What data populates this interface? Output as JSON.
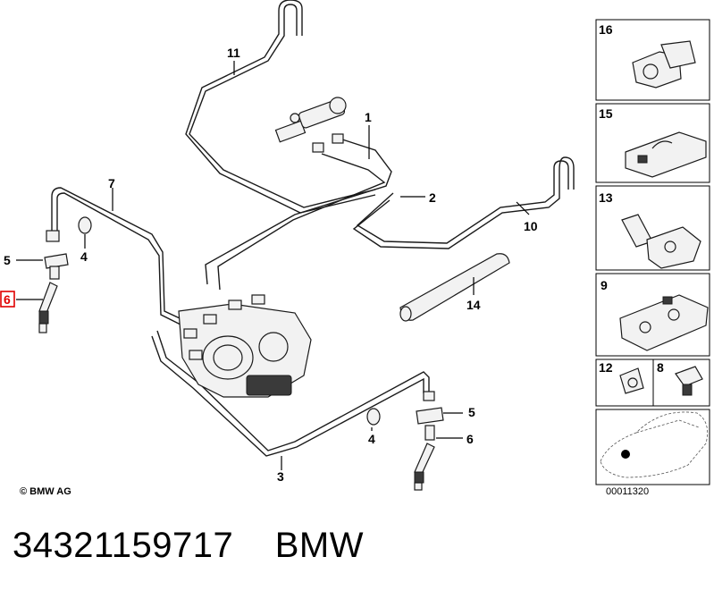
{
  "diagram": {
    "callouts": {
      "c1": "1",
      "c2": "2",
      "c3": "3",
      "c4a": "4",
      "c4b": "4",
      "c5a": "5",
      "c5b": "5",
      "c6a": "6",
      "c6b": "6",
      "c7": "7",
      "c10": "10",
      "c11": "11",
      "c14": "14"
    },
    "highlighted_callout_color": "#e00000",
    "panels": {
      "p16": "16",
      "p15": "15",
      "p13": "13",
      "p9": "9",
      "p12": "12",
      "p8": "8"
    },
    "copyright": "© BMW AG",
    "document_number": "00011320"
  },
  "caption": {
    "part_number": "34321159717",
    "brand": "BMW"
  }
}
